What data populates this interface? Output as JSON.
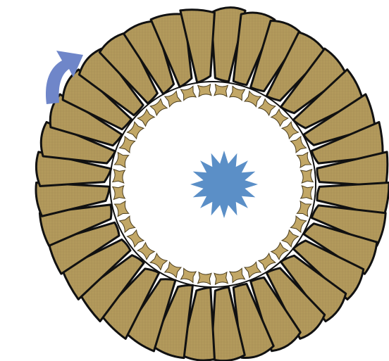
{
  "diagram": {
    "outer_ring_block_count": 36,
    "inner_ring_connector_count": 36,
    "colors": {
      "block_fill": "#b39a5c",
      "block_texture": "#9c8450",
      "block_outline": "#111111",
      "connector_fill": "#c2a766",
      "center_star": "#5b8fc7",
      "rotation_arrow": "#6f86c9",
      "background": "#ffffff"
    },
    "center_marker": {
      "icon": "star-burst-icon",
      "points": 16
    },
    "rotation_indicator": {
      "icon": "curved-arrow-icon",
      "direction": "clockwise"
    }
  }
}
